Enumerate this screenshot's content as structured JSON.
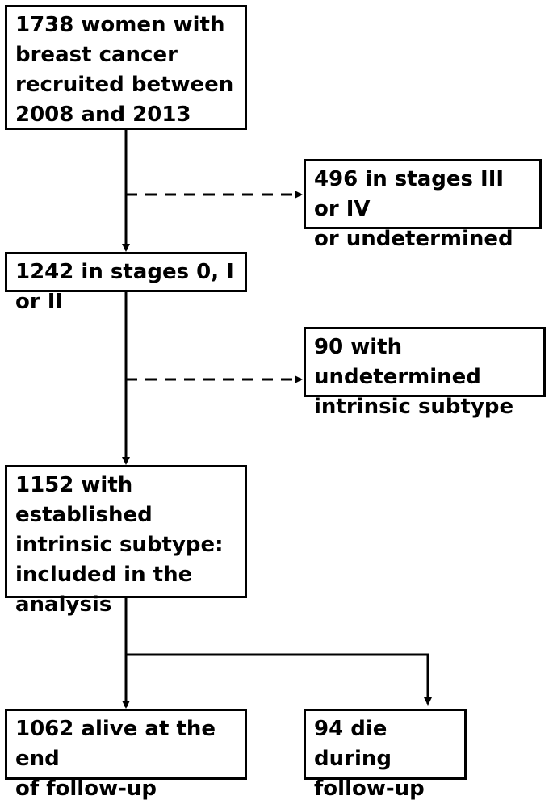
{
  "boxes": {
    "recruited": "1738 women with\nbreast cancer\nrecruited between\n2008 and 2013",
    "excluded_stage": "496 in stages III or IV\nor undetermined",
    "stages_0_2": "1242 in stages 0, I or II",
    "excluded_subtype": "90 with undetermined\nintrinsic subtype",
    "included": "1152 with established\nintrinsic subtype:\nincluded in the\nanalysis",
    "alive": "1062 alive at the end\nof follow-up",
    "died": "94 die during\nfollow-up"
  }
}
